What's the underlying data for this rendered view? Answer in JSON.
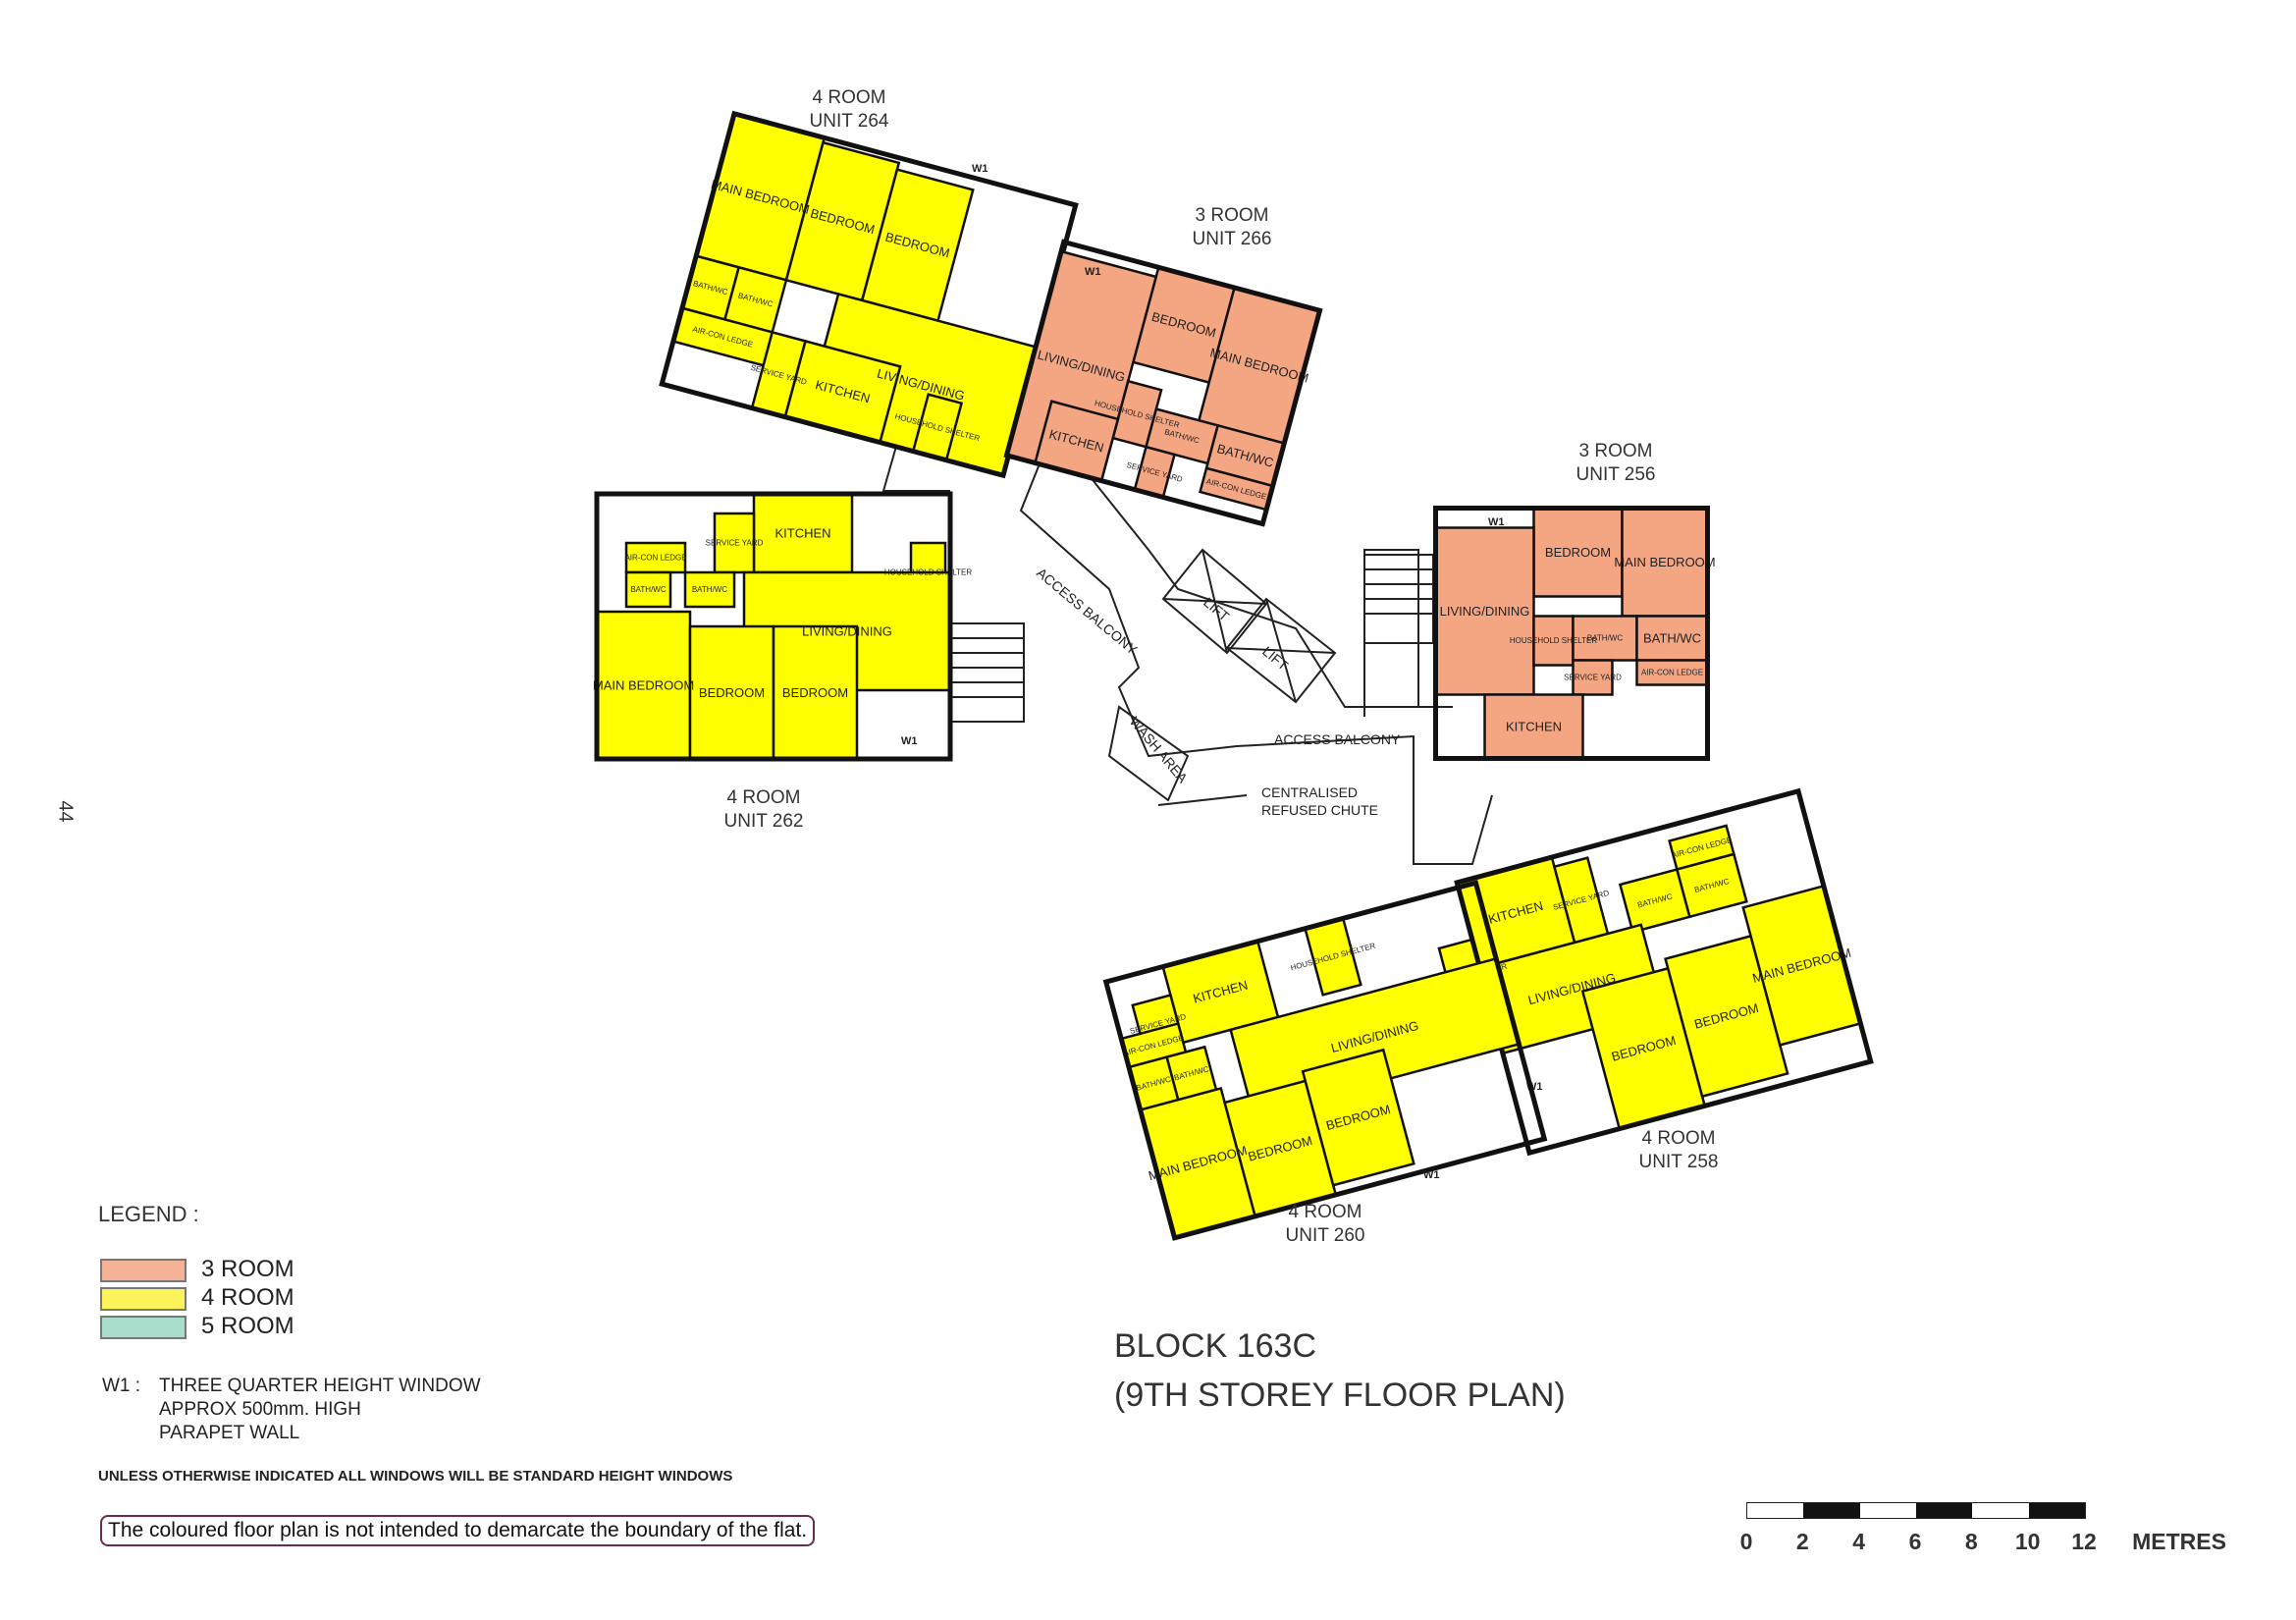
{
  "page_number": "44",
  "units": [
    {
      "type": "4 ROOM",
      "unit": "UNIT 264",
      "color": "#ffff00",
      "rooms": [
        "MAIN BEDROOM",
        "BEDROOM",
        "BEDROOM",
        "LIVING/DINING",
        "BATH/WC",
        "BATH/WC",
        "AIR-CON LEDGE",
        "SERVICE YARD",
        "KITCHEN",
        "HOUSEHOLD SHELTER"
      ],
      "w1": "W1"
    },
    {
      "type": "3 ROOM",
      "unit": "UNIT 266",
      "color": "#f4a582",
      "rooms": [
        "BEDROOM",
        "MAIN BEDROOM",
        "LIVING/DINING",
        "HOUSEHOLD SHELTER",
        "BATH/WC",
        "BATH/WC",
        "AIR-CON LEDGE",
        "SERVICE YARD",
        "KITCHEN"
      ],
      "w1": "W1"
    },
    {
      "type": "4 ROOM",
      "unit": "UNIT 262",
      "color": "#ffff00",
      "rooms": [
        "KITCHEN",
        "SERVICE YARD",
        "AIR-CON LEDGE",
        "BATH/WC",
        "BATH/WC",
        "HOUSEHOLD SHELTER",
        "LIVING/DINING",
        "MAIN BEDROOM",
        "BEDROOM",
        "BEDROOM"
      ],
      "w1": "W1"
    },
    {
      "type": "3 ROOM",
      "unit": "UNIT 256",
      "color": "#f4a582",
      "rooms": [
        "BEDROOM",
        "MAIN BEDROOM",
        "LIVING/DINING",
        "HOUSEHOLD SHELTER",
        "BATH/WC",
        "BATH/WC",
        "AIR-CON LEDGE",
        "SERVICE YARD",
        "KITCHEN"
      ],
      "w1": "W1"
    },
    {
      "type": "4 ROOM",
      "unit": "UNIT 258",
      "color": "#ffff00",
      "rooms": [
        "KITCHEN",
        "SERVICE YARD",
        "AIR-CON LEDGE",
        "BATH/WC",
        "BATH/WC",
        "LIVING/DINING",
        "BEDROOM",
        "BEDROOM",
        "MAIN BEDROOM",
        "HOUSEHOLD SHELTER"
      ],
      "w1": "W1"
    },
    {
      "type": "4 ROOM",
      "unit": "UNIT 260",
      "color": "#ffff00",
      "rooms": [
        "KITCHEN",
        "SERVICE YARD",
        "AIR-CON LEDGE",
        "BATH/WC",
        "BATH/WC",
        "HOUSEHOLD SHELTER",
        "LIVING/DINING",
        "MAIN BEDROOM",
        "BEDROOM",
        "BEDROOM"
      ],
      "w1": "W1"
    }
  ],
  "common": {
    "access_balcony_1": "ACCESS BALCONY",
    "access_balcony_2": "ACCESS BALCONY",
    "wash_area": "WASH AREA",
    "refuse_chute_1": "CENTRALISED",
    "refuse_chute_2": "REFUSED CHUTE",
    "lift_1": "LIFT",
    "lift_2": "LIFT"
  },
  "legend": {
    "title": "LEGEND :",
    "items": [
      {
        "label": "3 ROOM",
        "color": "#f4b396"
      },
      {
        "label": "4 ROOM",
        "color": "#fdf35a"
      },
      {
        "label": "5 ROOM",
        "color": "#a8dccb"
      }
    ]
  },
  "notes": {
    "w1_key": "W1 :",
    "w1_lines": [
      "THREE QUARTER HEIGHT WINDOW",
      "APPROX 500mm. HIGH",
      "PARAPET WALL"
    ],
    "standard": "UNLESS OTHERWISE INDICATED ALL WINDOWS WILL BE STANDARD HEIGHT WINDOWS",
    "disclaimer": "The coloured floor plan is not intended to demarcate the boundary of the flat."
  },
  "title": {
    "line1": "BLOCK 163C",
    "line2": "(9TH STOREY FLOOR PLAN)"
  },
  "scale": {
    "ticks": [
      "0",
      "2",
      "4",
      "6",
      "8",
      "10",
      "12"
    ],
    "unit": "METRES"
  }
}
